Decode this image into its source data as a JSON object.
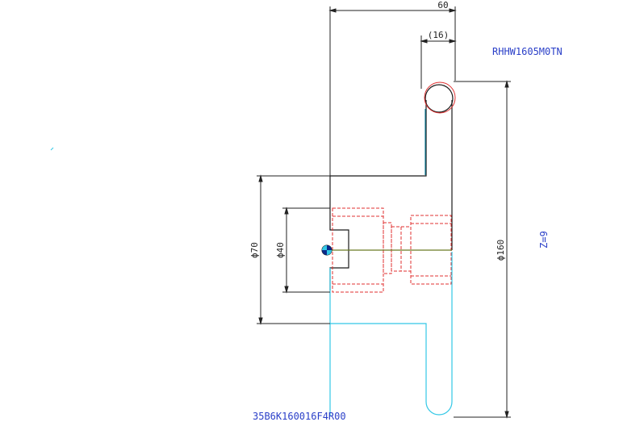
{
  "dimensions": {
    "overall_length": "60",
    "hub_width": "(16)",
    "outer_diameter": "ϕ160",
    "hub_diameter": "ϕ70",
    "bore_diameter": "ϕ40"
  },
  "part_number_top": "RHHW1605M0TN",
  "part_number_bottom": "35B6K160016F4R00",
  "tooth_count": "Z=9",
  "colors": {
    "outline": "#1a1a1a",
    "hidden_lines": "#e03030",
    "cyan_lines": "#33c8e6",
    "teal_lines": "#0f7f99",
    "center_line": "#6a7a25",
    "label_text": "#2a3fc8",
    "dimension": "#222222"
  },
  "icons": {
    "center_marker": "center-point-icon"
  }
}
